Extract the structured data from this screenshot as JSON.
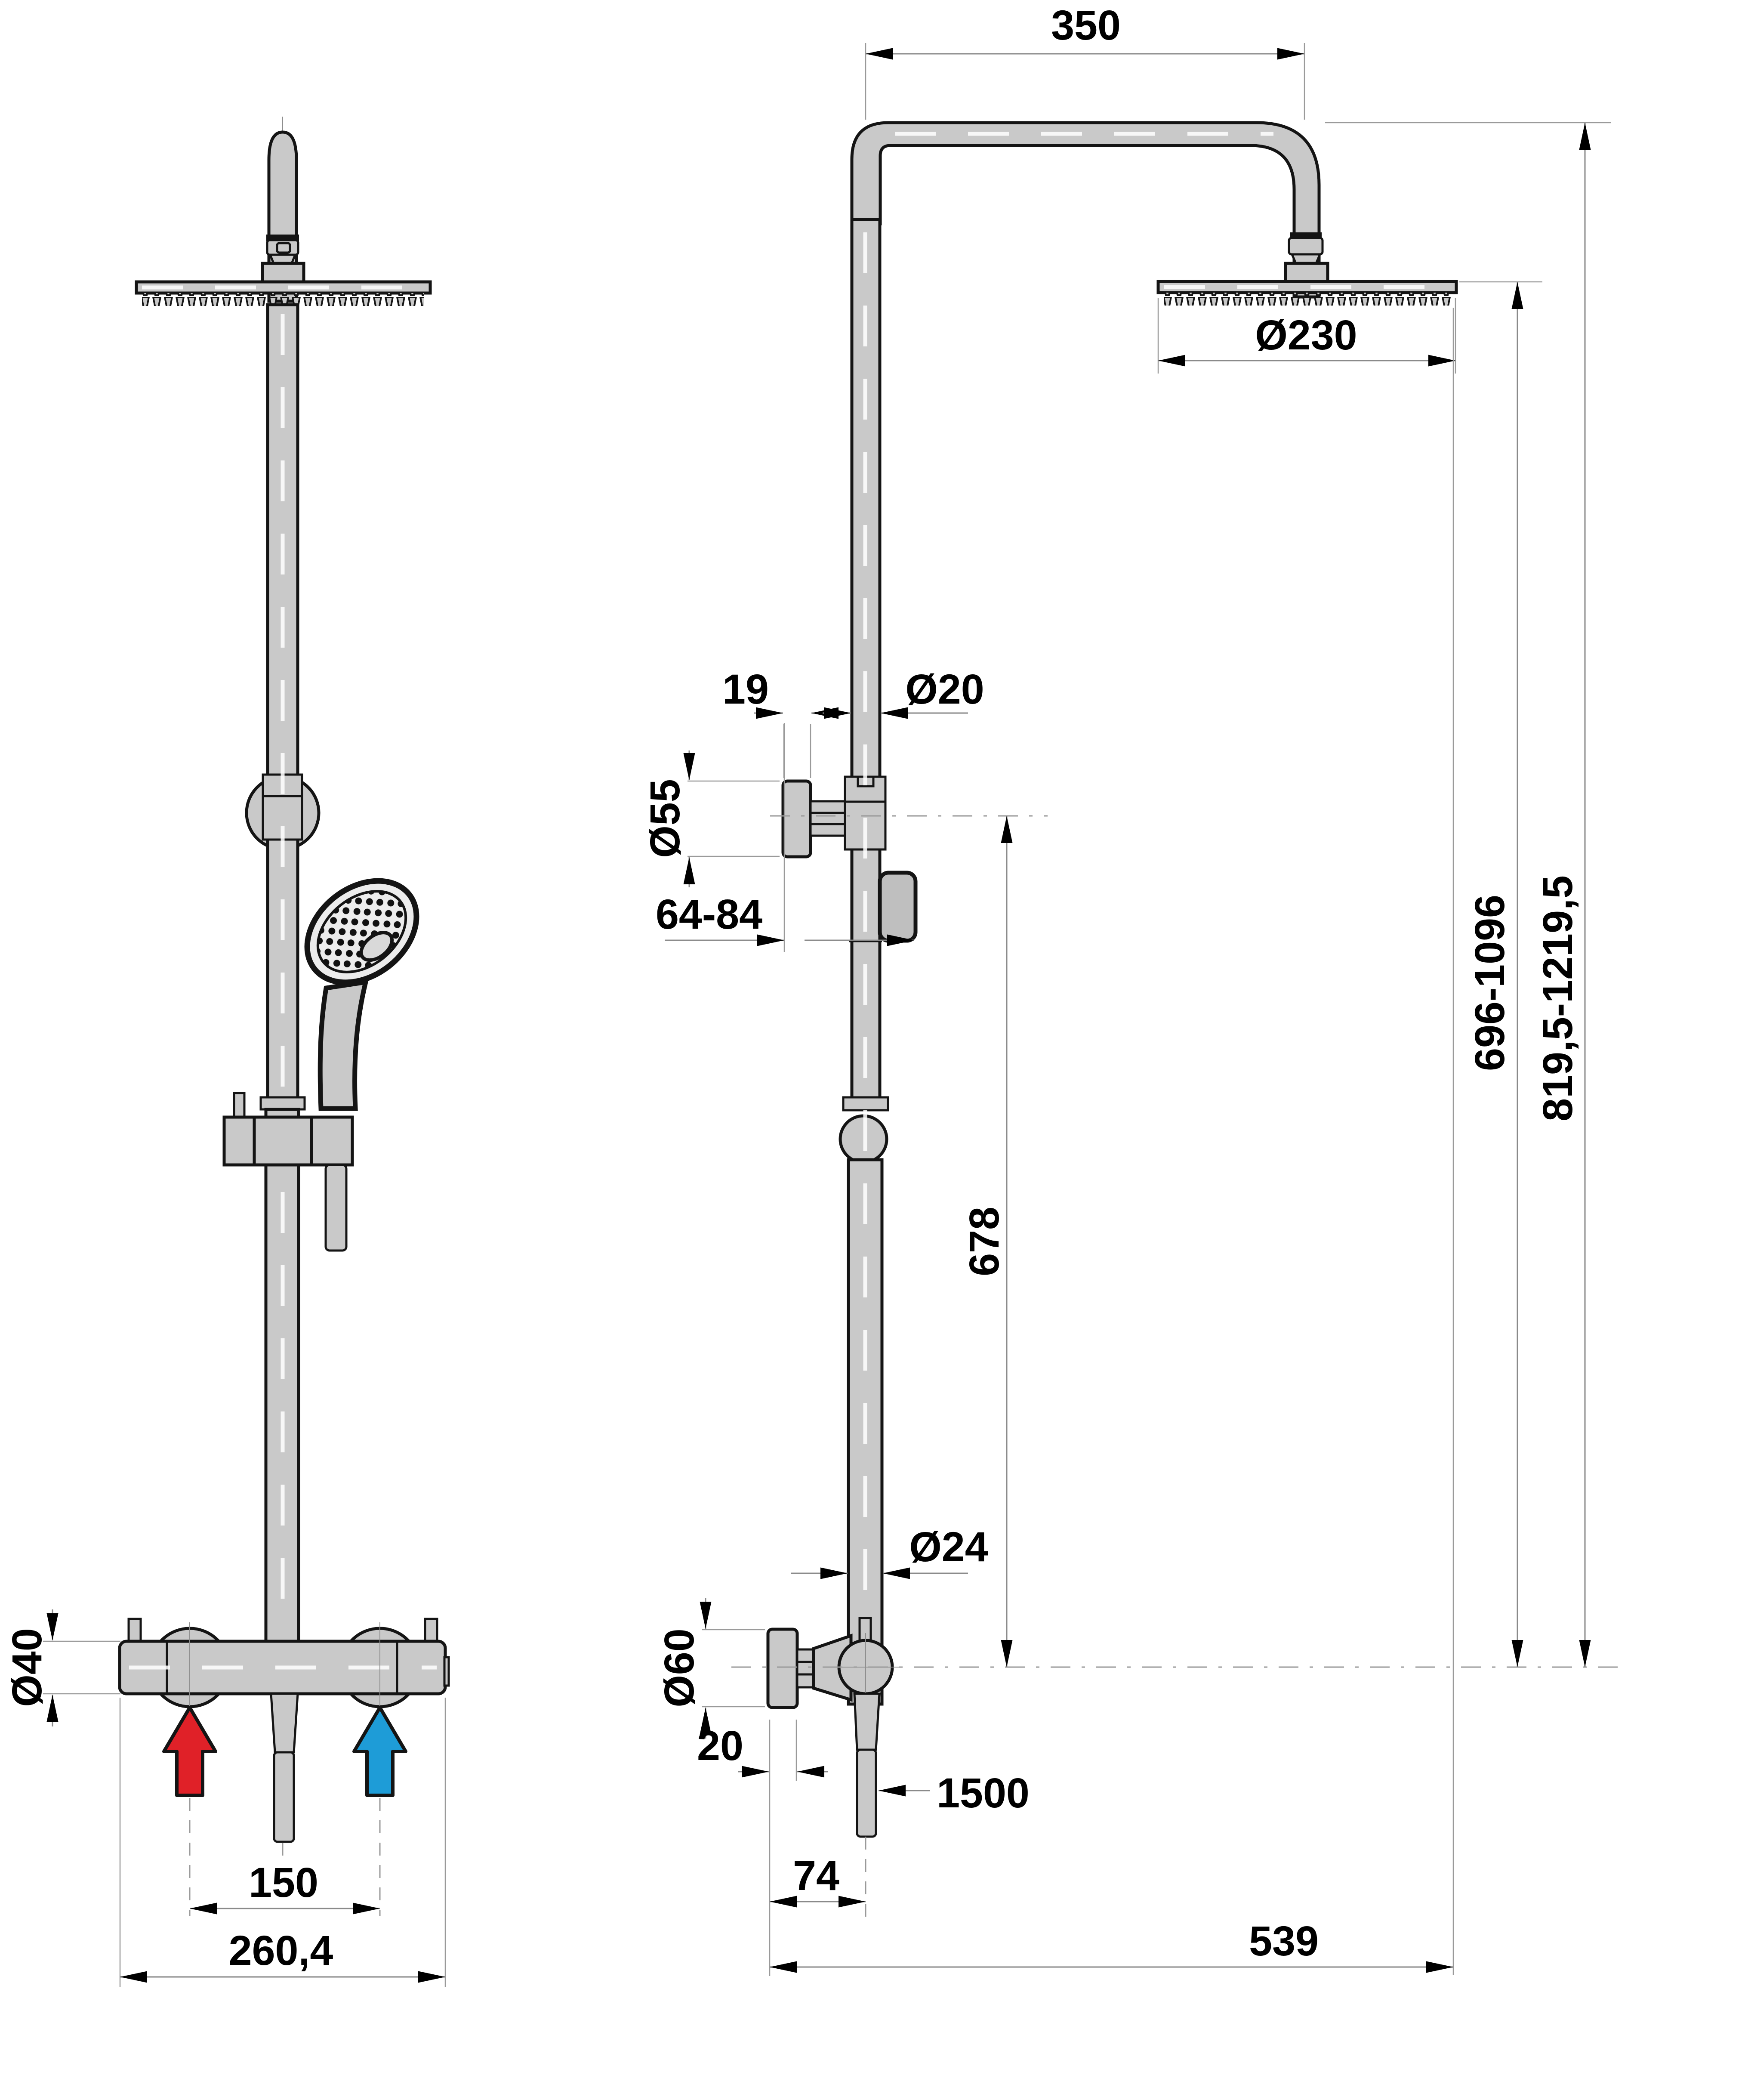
{
  "drawing": {
    "type": "technical dimension drawing",
    "subject": "shower column with overhead rain shower, hand shower and wall-mounted mixer (front and side elevation)",
    "units": "mm"
  },
  "colors": {
    "hot": "#e02128",
    "cold": "#1e9cd7",
    "pipe_fill": "#c9c9c9",
    "outline": "#141414",
    "dim_line": "#8a8a8a",
    "background": "#ffffff"
  },
  "icons": {
    "hot_water_arrow": "red up-arrow (hot water inlet)",
    "cold_water_arrow": "blue up-arrow (cold water inlet)"
  },
  "dimensions": {
    "top_offset": "350",
    "head_diameter": "Ø230",
    "bracket_plate_thickness": "19",
    "upper_pipe_diameter": "Ø20",
    "bracket_knob_diameter": "Ø55",
    "wall_distance_range": "64-84",
    "mixer_to_head_range": "696-1096",
    "mixer_to_top_range": "819,5-1219,5",
    "bracket_to_mixer": "678",
    "lower_pipe_diameter": "Ø24",
    "mixer_knob_diameter": "Ø60",
    "knob_depth": "20",
    "hose_length": "1500",
    "wall_to_pipe_center": "74",
    "wall_to_head_edge": "539",
    "mixer_body_diameter": "Ø40",
    "inlet_spacing": "150",
    "mixer_width": "260,4"
  }
}
